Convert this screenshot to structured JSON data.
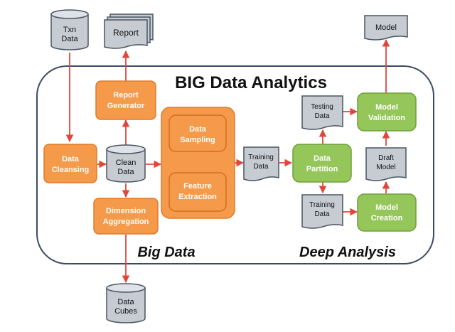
{
  "title": "BIG Data Analytics",
  "section_labels": {
    "big_data": "Big Data",
    "deep_analysis": "Deep Analysis"
  },
  "colors": {
    "orange": "#f59a4a",
    "orange_dark": "#e07b29",
    "green": "#95c65a",
    "green_dark": "#6f9f3a",
    "gray_fill": "#c7ccd3",
    "gray_stroke": "#4a5563",
    "arrow": "#e0473a",
    "frame": "#3c4a63"
  },
  "nodes": {
    "txn_data": [
      "Txn",
      "Data"
    ],
    "report": [
      "Report"
    ],
    "report_generator": [
      "Report",
      "Generator"
    ],
    "data_cleansing": [
      "Data",
      "Cleansing"
    ],
    "clean_data": [
      "Clean",
      "Data"
    ],
    "dimension_aggregation": [
      "Dimension",
      "Aggregation"
    ],
    "data_cubes": [
      "Data",
      "Cubes"
    ],
    "data_sampling": [
      "Data",
      "Sampling"
    ],
    "feature_extraction": [
      "Feature",
      "Extraction"
    ],
    "training_data_main": [
      "Training",
      "Data"
    ],
    "data_partition": [
      "Data",
      "Partition"
    ],
    "testing_data": [
      "Testing",
      "Data"
    ],
    "training_data_lower": [
      "Training",
      "Data"
    ],
    "model_validation": [
      "Model",
      "Validation"
    ],
    "draft_model": [
      "Draft",
      "Model"
    ],
    "model_creation": [
      "Model",
      "Creation"
    ],
    "model_output": [
      "Model"
    ]
  }
}
